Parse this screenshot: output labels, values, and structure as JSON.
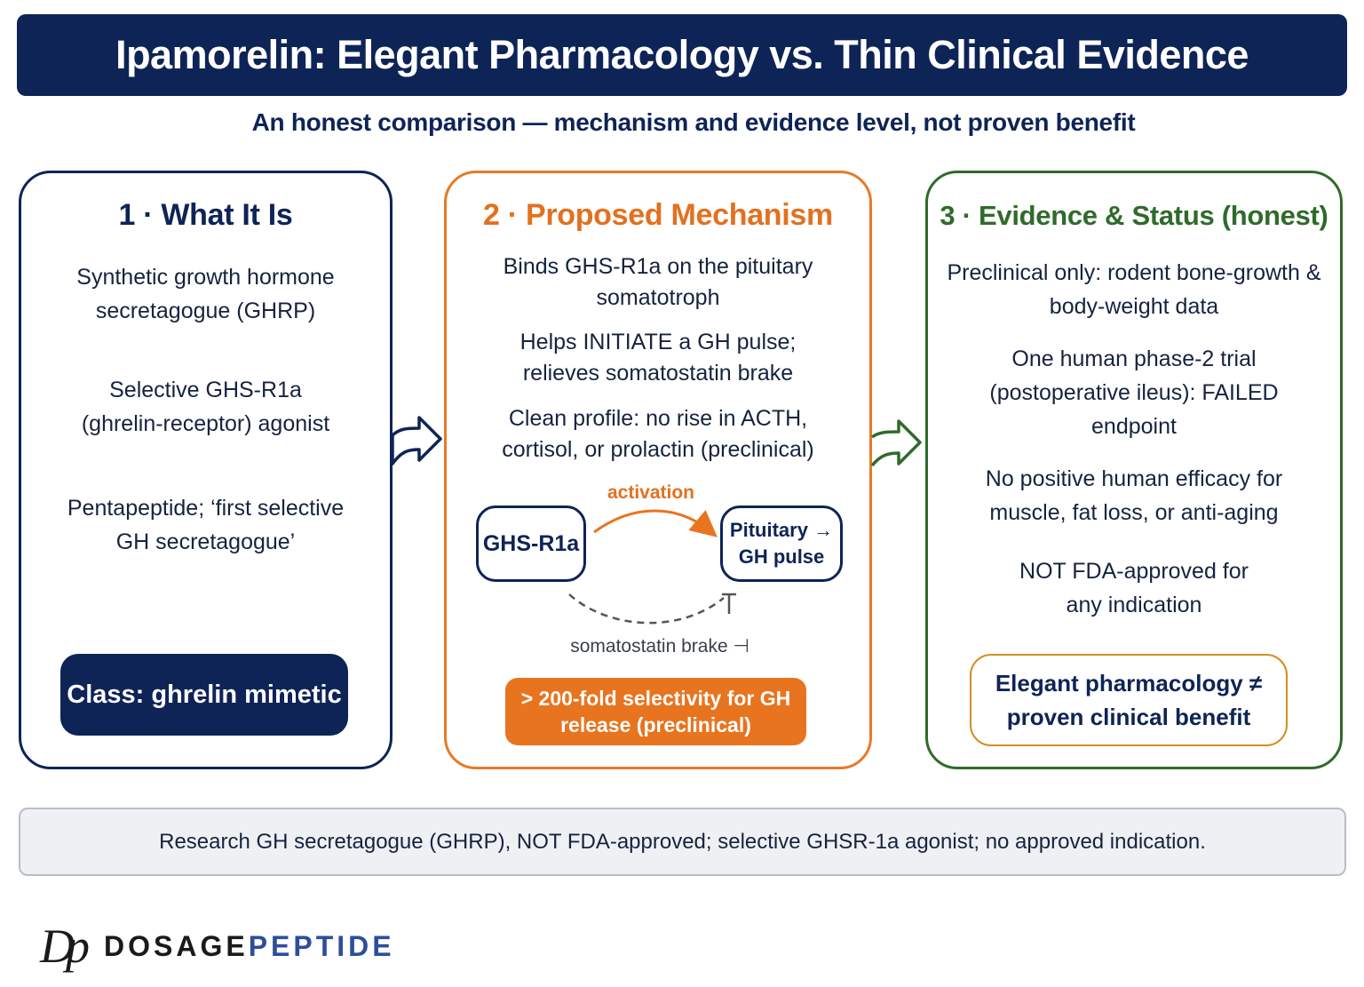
{
  "header": {
    "title": "Ipamorelin: Elegant Pharmacology vs. Thin Clinical Evidence",
    "subtitle": "An honest comparison — mechanism and evidence level, not proven benefit"
  },
  "panel1": {
    "title": "1 · What It Is",
    "items": [
      "Synthetic growth hormone secretagogue (GHRP)",
      "Selective GHS-R1a (ghrelin-receptor) agonist",
      "Pentapeptide; ‘first selective GH secretagogue’"
    ],
    "badge": "Class: ghrelin mimetic"
  },
  "panel2": {
    "title": "2 · Proposed Mechanism",
    "items": [
      "Binds GHS-R1a on the pituitary somatotroph",
      "Helps INITIATE a GH pulse; relieves somatostatin brake",
      "Clean profile: no rise in ACTH, cortisol, or prolactin (preclinical)"
    ],
    "diagram": {
      "node_left": "GHS-R1a",
      "node_right_line1": "Pituitary →",
      "node_right_line2": "GH pulse",
      "activation_label": "activation",
      "brake_label": "somatostatin  brake ⊣"
    },
    "badge": "> 200-fold selectivity for GH release (preclinical)"
  },
  "panel3": {
    "title": "3 · Evidence & Status (honest)",
    "items": [
      "Preclinical only: rodent bone-growth & body-weight data",
      "One human phase-2 trial (postoperative ileus): FAILED endpoint",
      "No positive human efficacy for muscle, fat loss, or anti-aging",
      "NOT FDA-approved for any indication"
    ],
    "badge": "Elegant pharmacology ≠ proven clinical benefit"
  },
  "footer": {
    "note": "Research GH secretagogue (GHRP), NOT FDA-approved; selective GHSR-1a agonist; no approved indication."
  },
  "brand": {
    "mark": "Dp",
    "name_part1": "DOSAGE",
    "name_part2": "PEPTIDE"
  },
  "colors": {
    "navy": "#0e2456",
    "orange": "#e8741f",
    "green": "#2f6b2a",
    "gold_border": "#d38f1f"
  }
}
